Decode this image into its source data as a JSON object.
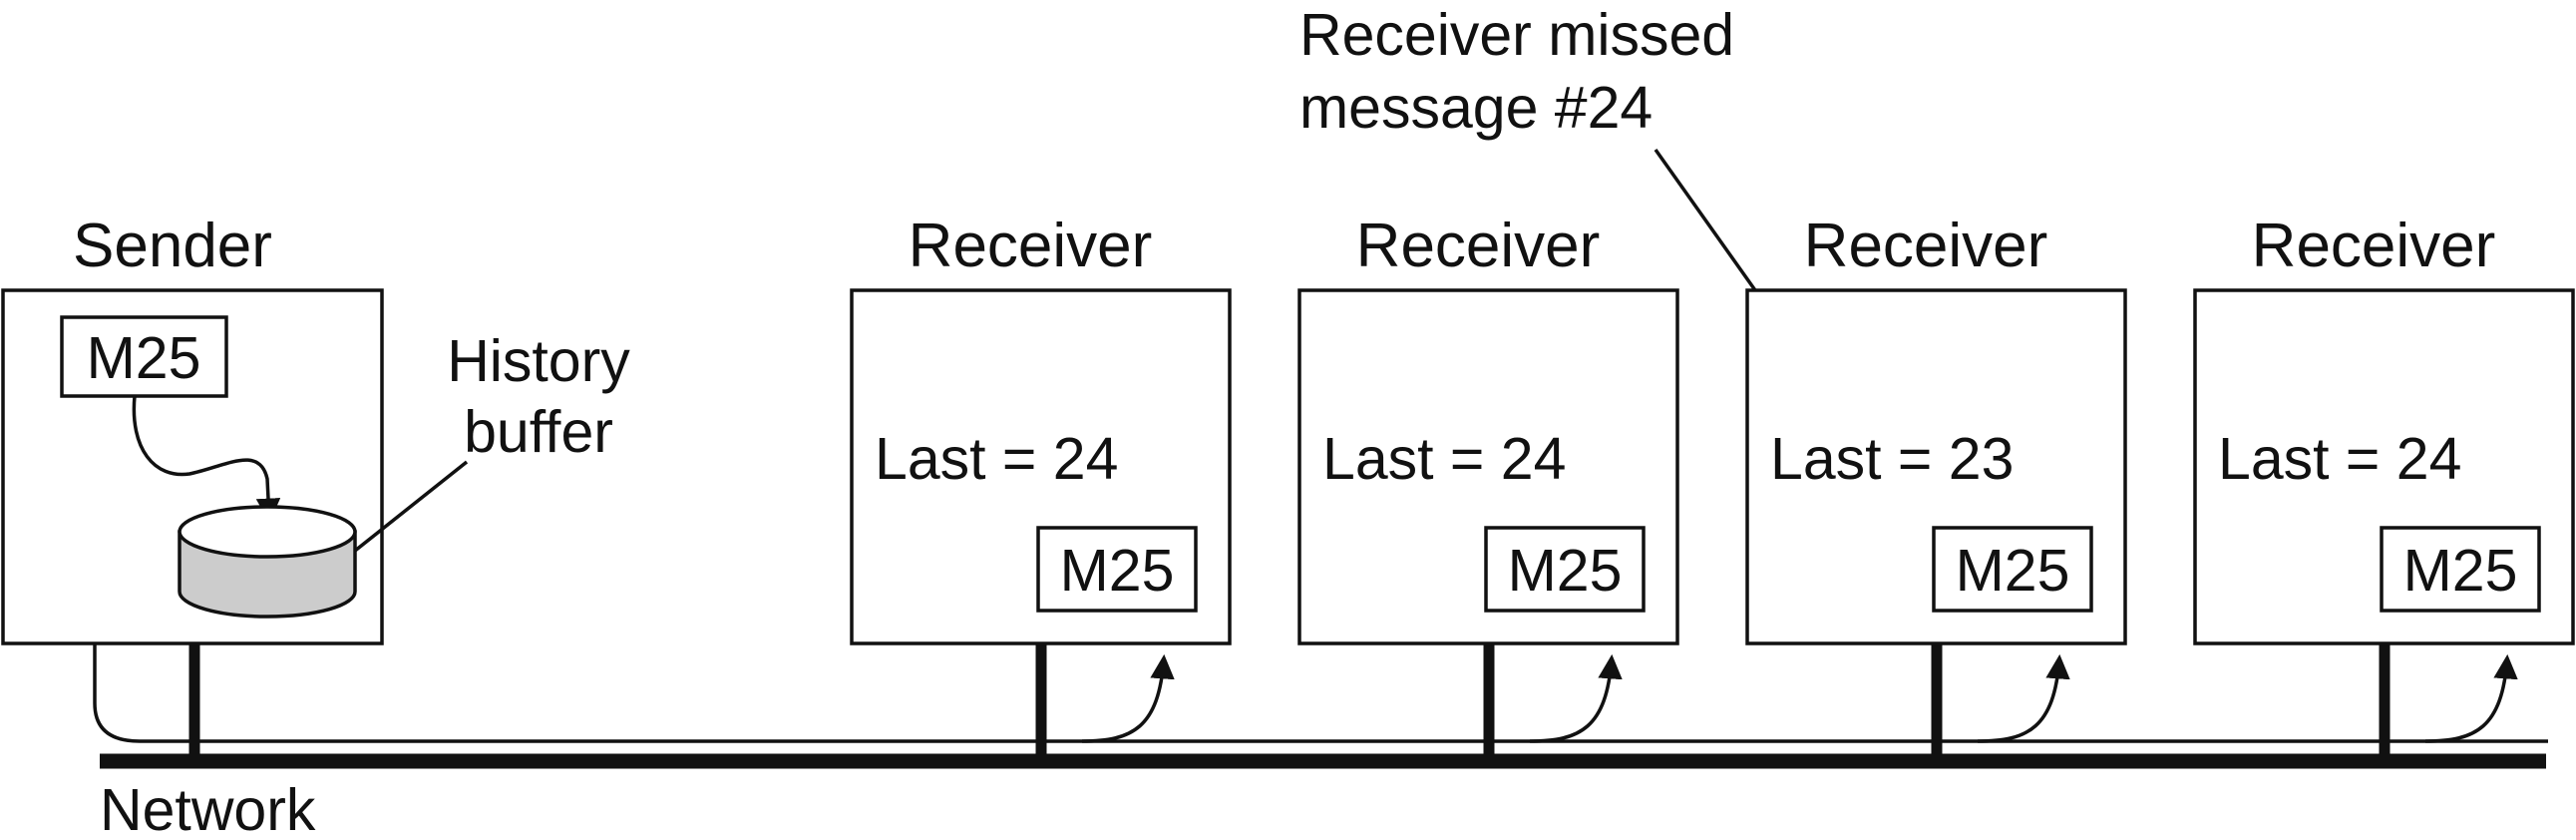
{
  "sender": {
    "title": "Sender",
    "message": "M25",
    "history_label_line1": "History",
    "history_label_line2": "buffer"
  },
  "receivers": [
    {
      "title": "Receiver",
      "last": "Last = 24",
      "message": "M25"
    },
    {
      "title": "Receiver",
      "last": "Last = 24",
      "message": "M25"
    },
    {
      "title": "Receiver",
      "last": "Last = 23",
      "message": "M25"
    },
    {
      "title": "Receiver",
      "last": "Last = 24",
      "message": "M25"
    }
  ],
  "callout": {
    "line1": "Receiver missed",
    "line2": "message #24"
  },
  "network_label": "Network",
  "colors": {
    "line": "#111111",
    "buffer_fill": "#cccccc",
    "background": "#ffffff"
  }
}
